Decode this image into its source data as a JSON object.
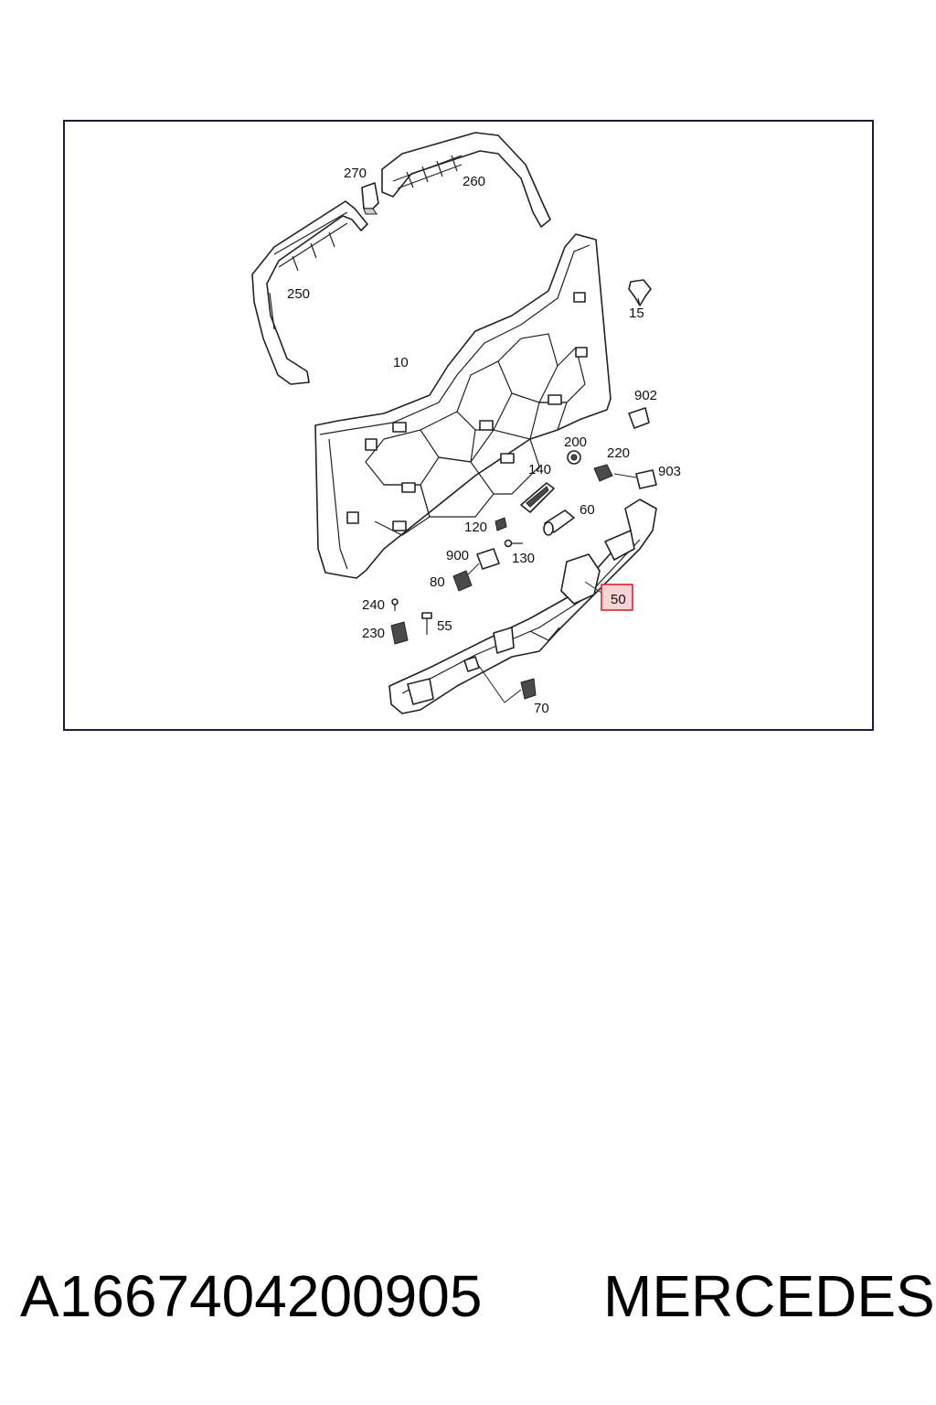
{
  "diagram": {
    "callouts": [
      {
        "id": "270",
        "text": "270"
      },
      {
        "id": "260",
        "text": "260"
      },
      {
        "id": "250",
        "text": "250"
      },
      {
        "id": "15",
        "text": "15"
      },
      {
        "id": "10",
        "text": "10"
      },
      {
        "id": "902",
        "text": "902"
      },
      {
        "id": "200",
        "text": "200"
      },
      {
        "id": "220",
        "text": "220"
      },
      {
        "id": "903",
        "text": "903"
      },
      {
        "id": "140",
        "text": "140"
      },
      {
        "id": "60",
        "text": "60"
      },
      {
        "id": "120",
        "text": "120"
      },
      {
        "id": "900",
        "text": "900"
      },
      {
        "id": "130",
        "text": "130"
      },
      {
        "id": "80",
        "text": "80"
      },
      {
        "id": "50",
        "text": "50"
      },
      {
        "id": "240",
        "text": "240"
      },
      {
        "id": "230",
        "text": "230"
      },
      {
        "id": "55",
        "text": "55"
      },
      {
        "id": "70",
        "text": "70"
      }
    ],
    "highlighted_callout": "50",
    "highlight_color": "#d9262b",
    "highlight_fill": "#f6d3d4"
  },
  "footer": {
    "part_number": "A1667404200905",
    "brand": "MERCEDES"
  }
}
